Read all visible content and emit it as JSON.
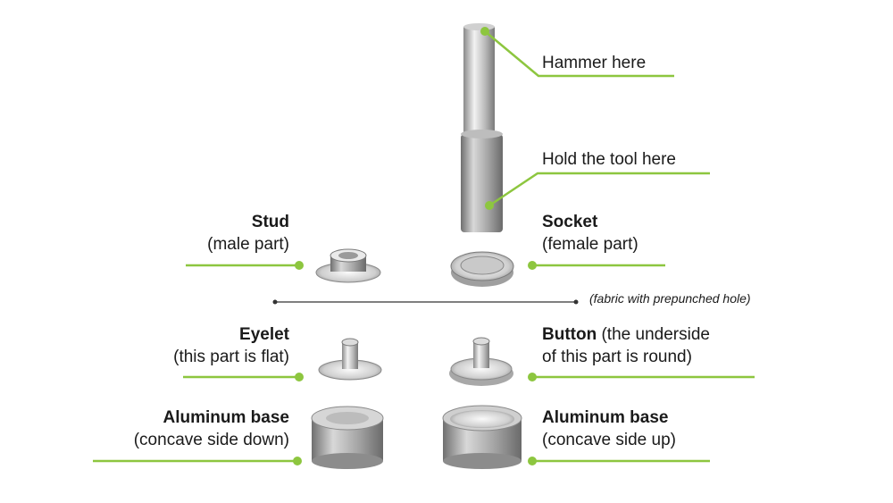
{
  "labels": {
    "hammer": "Hammer here",
    "hold": "Hold the tool here",
    "stud_title": "Stud",
    "stud_sub": "(male part)",
    "socket_title": "Socket",
    "socket_sub": "(female part)",
    "fabric": "(fabric with prepunched hole)",
    "eyelet_title": "Eyelet",
    "eyelet_sub": "(this part is flat)",
    "button_title": "Button",
    "button_rest": " (the underside",
    "button_sub": "of this part is round)",
    "base_left_title": "Aluminum base",
    "base_left_sub": "(concave side down)",
    "base_right_title": "Aluminum base",
    "base_right_sub": "(concave side up)"
  },
  "colors": {
    "leader": "#8dc63f",
    "text": "#1a1a1a",
    "metal_light": "#e6e6e6",
    "metal_mid": "#b5b5b5",
    "metal_dark": "#777777"
  }
}
